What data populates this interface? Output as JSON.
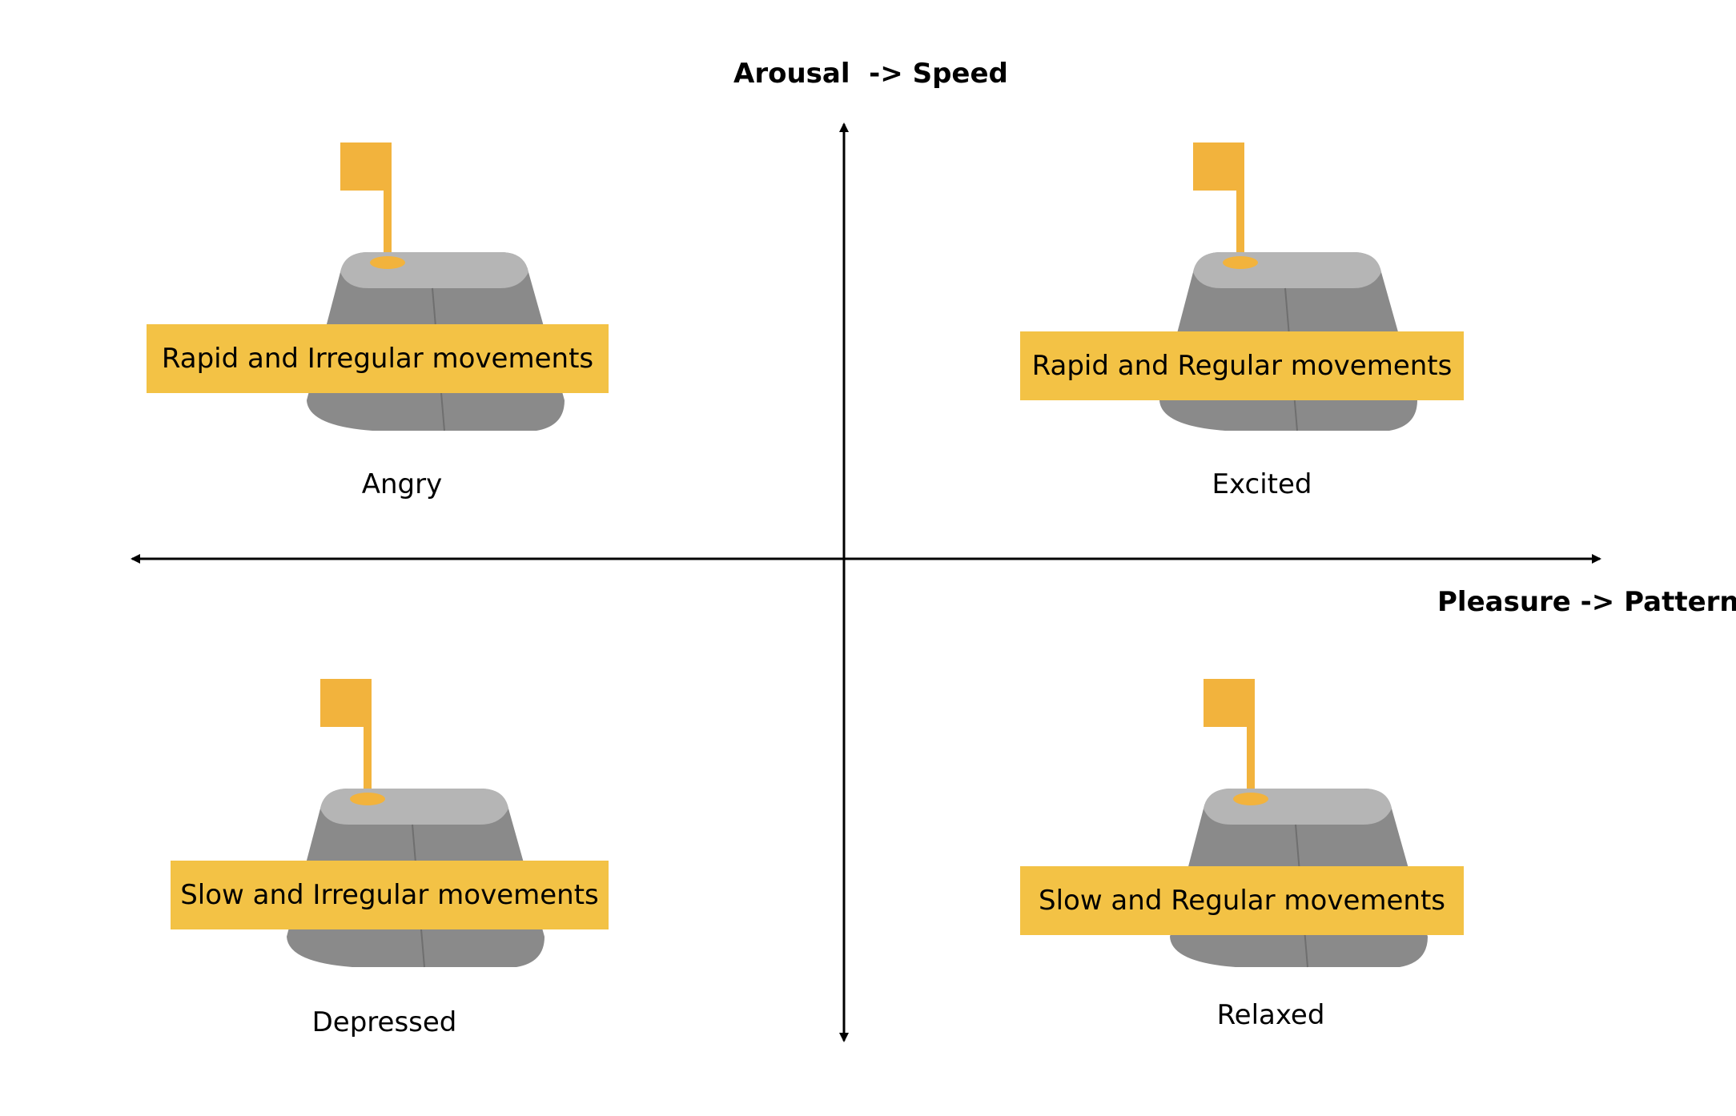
{
  "axes": {
    "vertical_label": "Arousal  -> Speed",
    "horizontal_label": "Pleasure -> Pattern"
  },
  "quadrants": [
    {
      "position": "top-left",
      "movement": "Rapid and Irregular movements",
      "emotion": "Angry"
    },
    {
      "position": "top-right",
      "movement": "Rapid and Regular movements",
      "emotion": "Excited"
    },
    {
      "position": "bottom-left",
      "movement": "Slow and Irregular movements",
      "emotion": "Depressed"
    },
    {
      "position": "bottom-right",
      "movement": "Slow and Regular movements",
      "emotion": "Relaxed"
    }
  ],
  "colors": {
    "banner": "#f3c245",
    "flag": "#f2b33d",
    "robot_body": "#8a8a8a",
    "robot_top": "#b5b5b5"
  },
  "icons": [
    "robot-icon",
    "flag-icon"
  ]
}
